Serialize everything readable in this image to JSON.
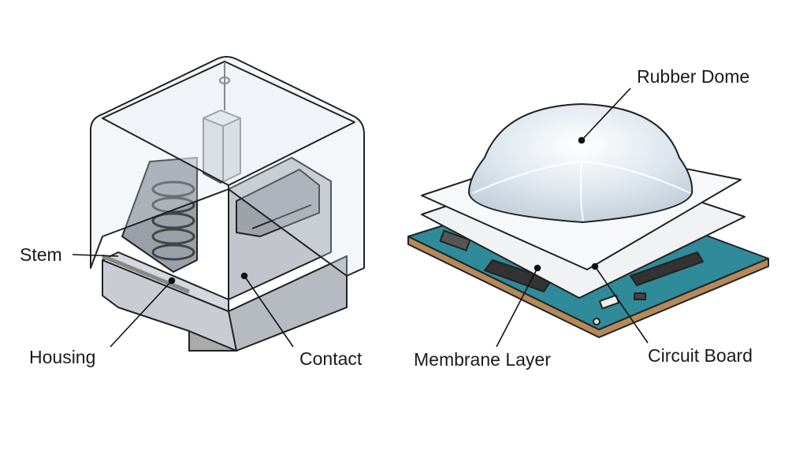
{
  "labels": {
    "rubber_dome": "Rubber Dome",
    "stem": "Stem",
    "housing": "Housing",
    "contact": "Contact",
    "membrane_layer": "Membrane Layer",
    "circuit_board": "Circuit Board"
  },
  "colors": {
    "pcb": "#2f8a9a",
    "pcb_edge": "#b58a5a",
    "housing_gray": "#c9ccd2",
    "outline": "#222222"
  }
}
